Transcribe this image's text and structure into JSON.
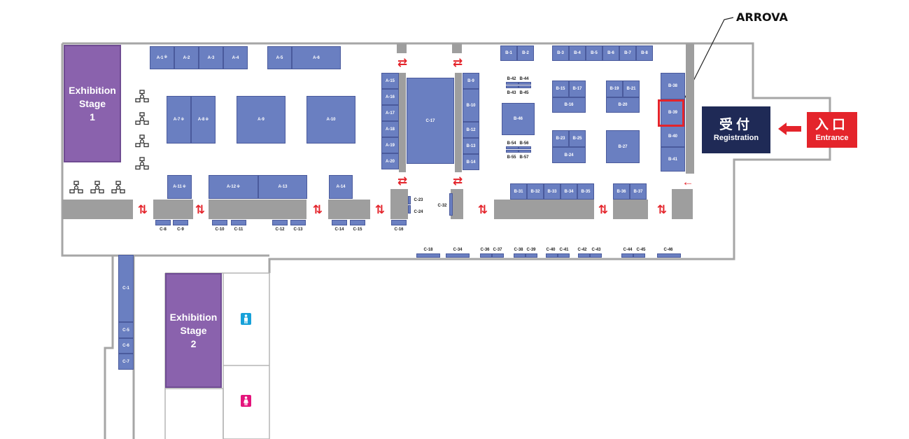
{
  "callout": {
    "label": "ARROVA"
  },
  "stages": [
    {
      "line1": "Exhibition",
      "line2": "Stage",
      "line3": "1"
    },
    {
      "line1": "Exhibition",
      "line2": "Stage",
      "line3": "2"
    }
  ],
  "registration": {
    "jp": "受付",
    "en": "Registration"
  },
  "entrance": {
    "jp": "入口",
    "en": "Entrance"
  },
  "icons": {
    "chairs": "seating-icon",
    "restroom_male": "male-restroom-icon",
    "restroom_female": "female-restroom-icon",
    "arrow": "arrow-icon"
  },
  "colors": {
    "booth": "#6a7fc1",
    "booth_border": "#4a5a9c",
    "stage": "#8a62ad",
    "wall": "#9e9e9e",
    "arrow": "#e4242b",
    "registration": "#1f2a56",
    "entrance": "#e4242b",
    "highlight": "#e4242b",
    "restroom_male": "#17a1d9",
    "restroom_female": "#e4147c"
  },
  "booths": {
    "a1": "A-1",
    "a2": "A-2",
    "a3": "A-3",
    "a4": "A-4",
    "a5": "A-5",
    "a6": "A-6",
    "a7": "A-7",
    "a8": "A-8",
    "a9": "A-9",
    "a10": "A-10",
    "a11": "A-11",
    "a12": "A-12",
    "a13": "A-13",
    "a14": "A-14",
    "a15": "A-15",
    "a16": "A-16",
    "a17": "A-17",
    "a18": "A-18",
    "a19": "A-19",
    "a20": "A-20",
    "b1": "B-1",
    "b2": "B-2",
    "b3": "B-3",
    "b4": "B-4",
    "b5": "B-5",
    "b6": "B-6",
    "b7": "B-7",
    "b8": "B-8",
    "b9": "B-9",
    "b10": "B-10",
    "b12": "B-12",
    "b13": "B-13",
    "b14": "B-14",
    "b15": "B-15",
    "b16": "B-16",
    "b17": "B-17",
    "b19": "B-19",
    "b20": "B-20",
    "b21": "B-21",
    "b23": "B-23",
    "b24": "B-24",
    "b25": "B-25",
    "b27": "B-27",
    "b31": "B-31",
    "b32": "B-32",
    "b33": "B-33",
    "b34": "B-34",
    "b35": "B-35",
    "b36": "B-36",
    "b37": "B-37",
    "b38": "B-38",
    "b39": "B-39",
    "b40": "B-40",
    "b41": "B-41",
    "b42": "B-42",
    "b43": "B-43",
    "b44": "B-44",
    "b45": "B-45",
    "b46": "B-46",
    "b54": "B-54",
    "b55": "B-55",
    "b56": "B-56",
    "b57": "B-57",
    "c1": "C-1",
    "c5": "C-5",
    "c6": "C-6",
    "c7": "C-7",
    "c8": "C-8",
    "c9": "C-9",
    "c10": "C-10",
    "c11": "C-11",
    "c12": "C-12",
    "c13": "C-13",
    "c14": "C-14",
    "c15": "C-15",
    "c16": "C-16",
    "c17": "C-17",
    "c18": "C-18",
    "c23": "C-23",
    "c24": "C-24",
    "c32": "C-32",
    "c34": "C-34",
    "c36": "C-36",
    "c37": "C-37",
    "c38": "C-38",
    "c39": "C-39",
    "c40": "C-40",
    "c41": "C-41",
    "c42": "C-42",
    "c43": "C-43",
    "c44": "C-44",
    "c45": "C-45",
    "c46": "C-46"
  },
  "marks": {
    "reserved": "※"
  }
}
